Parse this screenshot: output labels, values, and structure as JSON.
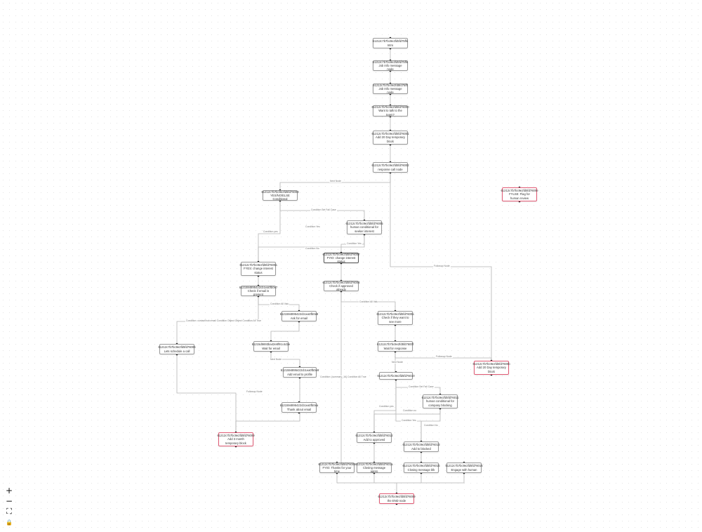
{
  "nodes": [
    {
      "key": "n1",
      "id": "61212c7b7bc9e2fd5fd75ffe",
      "label": "Intro",
      "style": "normal"
    },
    {
      "key": "n2",
      "id": "61212c7b7bc9e2fd5fd75ffe",
      "label": "Job Info message node",
      "style": "normal"
    },
    {
      "key": "n3",
      "id": "61212c7b7bc9e2fd5fd75fff",
      "label": "Job Info message node",
      "style": "normal"
    },
    {
      "key": "n4",
      "id": "61212c7b7bc9e2fd5fd76000",
      "label": "Want to talk to the team?",
      "style": "normal"
    },
    {
      "key": "n5",
      "id": "61212c7b7bc9e2fd5fd76001",
      "label": "Add 20 Day temporary block",
      "style": "normal"
    },
    {
      "key": "n6",
      "id": "61212c7b7bc9e2fd5fd76002",
      "label": "response call node",
      "style": "normal"
    },
    {
      "key": "n7",
      "id": "61212c7b7bc9e2fd5fd76003",
      "label": "YES/NO/ELSE Conditional",
      "style": "normal"
    },
    {
      "key": "n8",
      "id": "61212c7b7bc9e2fd5fd7600e",
      "label": "FYLSE: Flag for human review",
      "style": "red"
    },
    {
      "key": "n9",
      "id": "61212c7b7bc9e2fd5fd76005",
      "label": "human conditional for seeker interest",
      "style": "normal"
    },
    {
      "key": "n10",
      "id": "61212c7b7bc9e2fd5fd76007",
      "label": "FYIO: change interest status",
      "style": "dark"
    },
    {
      "key": "n11",
      "id": "61212c7b7bc9e2fd5fd7600a",
      "label": "FYES: change interest status",
      "style": "normal"
    },
    {
      "key": "n12",
      "id": "61212c7b7bc9e2fd5fd76004",
      "label": "Check if approved already",
      "style": "normal"
    },
    {
      "key": "n13",
      "id": "6121594895422cb1ea0fb0e7",
      "label": "Check if email is present",
      "style": "normal"
    },
    {
      "key": "n14",
      "id": "6121594895422cb1ea0fb0e8",
      "label": "Ask for email",
      "style": "normal"
    },
    {
      "key": "n15",
      "id": "61212c7b7bc9e2fd5fd7600a",
      "label": "Check if they want to see more",
      "style": "normal"
    },
    {
      "key": "n16",
      "id": "61212c7b7bc9e2fd5fd76006",
      "label": "Lets schedule a call",
      "style": "normal"
    },
    {
      "key": "n17",
      "id": "61215d5693ba42e8f91c4d2e",
      "label": "Wait for email",
      "style": "normal"
    },
    {
      "key": "n18",
      "id": "61212c7b7bc9e2fd5fd7600f",
      "label": "Wait for response",
      "style": "normal"
    },
    {
      "key": "n19",
      "id": "61212c7b7bc9e2fd5fd7600b",
      "label": "Add 20 Day temporary block",
      "style": "red"
    },
    {
      "key": "n20",
      "id": "6121594895422cb1ea0fb0e9",
      "label": "Add email to profile",
      "style": "normal"
    },
    {
      "key": "n21",
      "id": "61212c7b7bc9e2fd5fd76010",
      "label": "",
      "style": "normal"
    },
    {
      "key": "n22",
      "id": "61212c7b7bc9e2fd5fd76011",
      "label": "human conditional for company blocking",
      "style": "normal"
    },
    {
      "key": "n23",
      "id": "6121594895422cb1ea0fb0ea",
      "label": "Thank about email",
      "style": "normal"
    },
    {
      "key": "n24",
      "id": "61212c7b7bc9e2fd5fd76009",
      "label": "Add 3 month temporary block",
      "style": "red"
    },
    {
      "key": "n25",
      "id": "61212c7b7bc9e2fd5fd76012",
      "label": "Add to approved",
      "style": "normal"
    },
    {
      "key": "n26",
      "id": "61212c7b7bc9e2fd5fd76013",
      "label": "Add to blocked",
      "style": "normal"
    },
    {
      "key": "n27",
      "id": "61212c7b7bc9e2fd5fd76008",
      "label": "FYIO: Thanks for your time",
      "style": "normal"
    },
    {
      "key": "n28",
      "id": "61212c7b7bc9e2fd5fd7601a",
      "label": "Closing message appro",
      "style": "normal"
    },
    {
      "key": "n29",
      "id": "61212c7b7bc9e2fd5fd76015",
      "label": "Closing message blk",
      "style": "normal"
    },
    {
      "key": "n30",
      "id": "61212c7b7bc9e2fd5fd76016",
      "label": "Engage with human",
      "style": "normal"
    },
    {
      "key": "n31",
      "id": "61212c7b7bc9e2fd5fd76009",
      "label": "the END node",
      "style": "red"
    }
  ],
  "edge_labels": [
    {
      "key": "e1",
      "text": "Next Node"
    },
    {
      "key": "e2",
      "text": "Condition Set Fall Case"
    },
    {
      "key": "e3",
      "text": "Condition Yes"
    },
    {
      "key": "e4",
      "text": "Condition yes"
    },
    {
      "key": "e5",
      "text": "Condition Yes"
    },
    {
      "key": "e6",
      "text": "Condition No"
    },
    {
      "key": "e7",
      "text": "Followup Node"
    },
    {
      "key": "e8",
      "text": "Condition All Valu"
    },
    {
      "key": "e9",
      "text": "Condition All Valu"
    },
    {
      "key": "e10",
      "text": "Condition: contact/hub.email Condition Object Object Condition All True"
    },
    {
      "key": "e11",
      "text": "Next Node"
    },
    {
      "key": "e12",
      "text": "Condition: {summary_16} Condition All True"
    },
    {
      "key": "e13",
      "text": "Followup Node"
    },
    {
      "key": "e14",
      "text": "Next Node"
    },
    {
      "key": "e15",
      "text": "Condition Set Fall Case"
    },
    {
      "key": "e16",
      "text": "Followup Node"
    },
    {
      "key": "e17",
      "text": "Condition yes"
    },
    {
      "key": "e18",
      "text": "Condition no"
    },
    {
      "key": "e19",
      "text": "Condition Yes"
    },
    {
      "key": "e20",
      "text": "Condition No"
    }
  ],
  "controls": [
    {
      "key": "zoom_in",
      "glyph": "+",
      "icon": "zoom-in-icon"
    },
    {
      "key": "zoom_out",
      "glyph": "−",
      "icon": "zoom-out-icon"
    },
    {
      "key": "fit_view",
      "glyph": "⛶",
      "icon": "fit-view-icon"
    },
    {
      "key": "lock",
      "glyph": "🔒",
      "icon": "lock-icon"
    }
  ],
  "colors": {
    "edge": "#b4b4b4",
    "node_border": "#9a9a9a",
    "node_border_red": "#e05a74",
    "handle": "#222222"
  }
}
